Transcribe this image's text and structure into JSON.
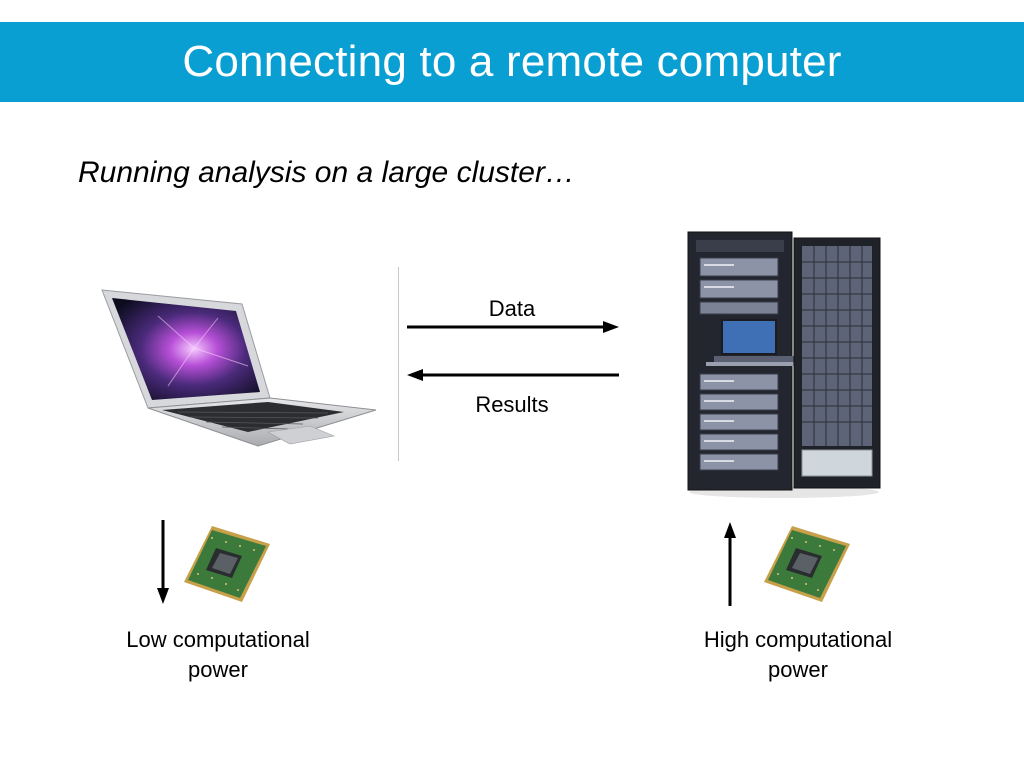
{
  "slide": {
    "title": "Connecting to a remote computer",
    "subtitle": "Running analysis on a large cluster…"
  },
  "arrows": {
    "data_label": "Data",
    "results_label": "Results"
  },
  "local": {
    "device": "laptop",
    "power_line1": "Low computational",
    "power_line2": "power"
  },
  "remote": {
    "device": "server-rack",
    "power_line1": "High computational",
    "power_line2": "power"
  },
  "colors": {
    "title_bar": "#0a9fd2",
    "title_text": "#ffffff",
    "arrow": "#000000",
    "rack": "#23262f",
    "chip_board": "#3b7a3a"
  }
}
